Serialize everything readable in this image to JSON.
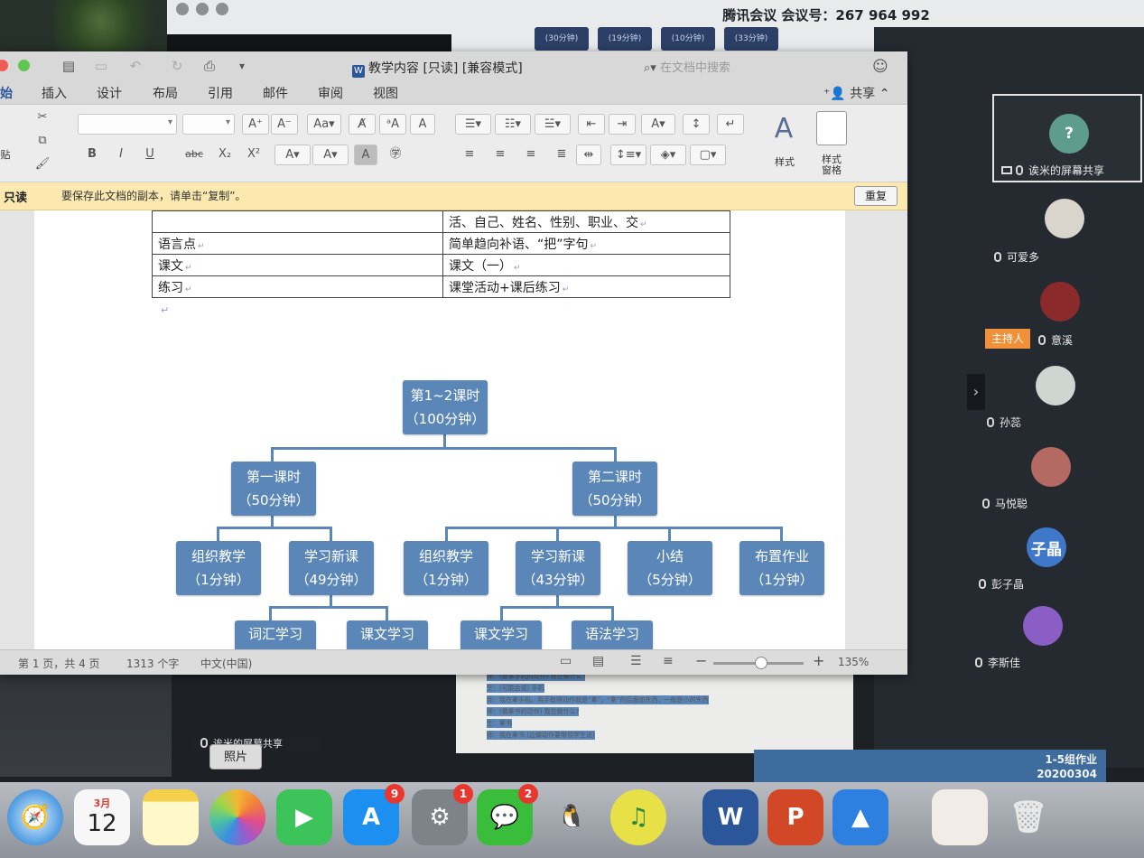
{
  "meeting": {
    "title": "腾讯会议 会议号：267 964 992",
    "tiles": [
      "(30分钟)",
      "(19分钟)",
      "(10分钟)",
      "(33分钟)"
    ]
  },
  "word": {
    "doc_title": "教学内容 [只读] [兼容模式]",
    "search_placeholder": "在文档中搜索",
    "tabs": [
      "始",
      "插入",
      "设计",
      "布局",
      "引用",
      "邮件",
      "审阅",
      "视图"
    ],
    "share_label": "共享",
    "paste_label": "贴",
    "styles_label": "样式",
    "styles_pane_label": "样式\n窗格",
    "msgbar": {
      "readonly": "只读",
      "text": "要保存此文档的副本，请单击“复制”。",
      "button": "重复"
    },
    "table_rows": [
      {
        "left": "",
        "right": "活、自己、姓名、性别、职业、交"
      },
      {
        "left": "语言点",
        "right": "简单趋向补语、“把”字句"
      },
      {
        "left": "课文",
        "right": "课文（一）"
      },
      {
        "left": "练习",
        "right": "课堂活动+课后练习"
      }
    ],
    "diagram": {
      "root": {
        "title": "第1~2课时",
        "sub": "（100分钟）"
      },
      "lesson1": {
        "title": "第一课时",
        "sub": "（50分钟）"
      },
      "lesson2": {
        "title": "第二课时",
        "sub": "（50分钟）"
      },
      "l1_org": {
        "title": "组织教学",
        "sub": "（1分钟）"
      },
      "l1_new": {
        "title": "学习新课",
        "sub": "（49分钟）"
      },
      "l2_org": {
        "title": "组织教学",
        "sub": "（1分钟）"
      },
      "l2_new": {
        "title": "学习新课",
        "sub": "（43分钟）"
      },
      "l2_sum": {
        "title": "小结",
        "sub": "（5分钟）"
      },
      "l2_hw": {
        "title": "布置作业",
        "sub": "（1分钟）"
      },
      "l1_vocab": {
        "title": "词汇学习"
      },
      "l1_text": {
        "title": "课文学习"
      },
      "l2_text": {
        "title": "课文学习"
      },
      "l2_grammar": {
        "title": "语法学习"
      }
    },
    "status": {
      "page": "第 1 页，共 4 页",
      "words": "1313 个字",
      "lang": "中文(中国)",
      "zoom": "135%"
    }
  },
  "participants": {
    "sharer": "诶米的屏幕共享",
    "host_badge": "主持人",
    "list": [
      {
        "name": "可爱多",
        "color": "#d9d4cc",
        "initial": ""
      },
      {
        "name": "意溪",
        "color": "#8a2a2a",
        "initial": ""
      },
      {
        "name": "孙蕊",
        "color": "#cfd6d2",
        "initial": ""
      },
      {
        "name": "马悦聪",
        "color": "#b46a62",
        "initial": ""
      },
      {
        "name": "彭子晶",
        "color": "#3f78c8",
        "initial": "子晶"
      },
      {
        "name": "李斯佳",
        "color": "#8a5ec4",
        "initial": ""
      }
    ]
  },
  "bottom": {
    "share_label": "诶米的屏幕共享",
    "photo_tooltip": "照片",
    "corner_line1": "1-5组作业",
    "corner_line2": "20200304",
    "doc_lines": [
      "师：(做拿手机的动作) 我在做什么?",
      "生：(可能会说) 手机",
      "师：我在拿手机。用手取得动作就是“拿”，“拿”的后面加东西，一般是小的东西",
      "师：(做拿书的动作) 我在做什么?",
      "生：拿书",
      "师：我在拿书 (边做动作要带领学生说)"
    ]
  },
  "dock": {
    "calendar_month": "3月",
    "calendar_day": "12",
    "badge_appstore": "9",
    "badge_settings": "1",
    "badge_wechat": "2"
  }
}
